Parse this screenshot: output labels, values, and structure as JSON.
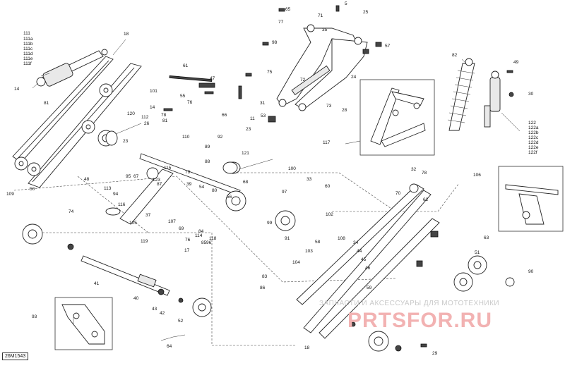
{
  "diagram_code": "26M1543",
  "watermark": {
    "line1": "ЗАПЧАСТИ И АКСЕССУАРЫ ДЛЯ МОТОТЕХНИКИ",
    "line2": "PRTSFOR.RU"
  },
  "callout_list_111": [
    "111",
    "111a",
    "111b",
    "111c",
    "111d",
    "111e",
    "111f"
  ],
  "callout_list_122": [
    "122",
    "122a",
    "122b",
    "122c",
    "122d",
    "122e",
    "122f"
  ],
  "labels": {
    "l1": "5",
    "l2": "65",
    "l3": "25",
    "l4": "77",
    "l5": "71",
    "l6": "35",
    "l7": "18",
    "l8": "61",
    "l9": "47",
    "l10": "14",
    "l11": "81",
    "l12": "120",
    "l13": "101",
    "l14": "55",
    "l15": "76",
    "l16": "14",
    "l17": "78",
    "l18": "66",
    "l19": "112",
    "l20": "26",
    "l21": "23",
    "l22": "110",
    "l23": "81",
    "l24": "92",
    "l25": "23",
    "l26": "117",
    "l27": "82",
    "l28": "49",
    "l29": "30",
    "l30": "24",
    "l31": "28",
    "l32": "106",
    "l33": "109",
    "l34": "50",
    "l35": "74",
    "l36": "37",
    "l37": "41",
    "l38": "40",
    "l39": "43",
    "l40": "42",
    "l41": "52",
    "l42": "64",
    "l43": "93",
    "l44": "100",
    "l45": "33",
    "l46": "60",
    "l47": "121",
    "l48": "32",
    "l49": "78",
    "l50": "102",
    "l51": "91",
    "l52": "103",
    "l53": "104",
    "l54": "108",
    "l55": "83",
    "l56": "86",
    "l57": "62",
    "l58": "63",
    "l59": "51",
    "l60": "90",
    "l61": "107",
    "l62": "69",
    "l63": "119",
    "l64": "17",
    "l65": "76",
    "l66": "39",
    "l67": "54",
    "l68": "29",
    "l69": "18",
    "l70": "98",
    "l71": "57",
    "l72": "72",
    "l73": "73",
    "l74": "53",
    "l75": "11",
    "l76": "84",
    "l77": "96",
    "l78": "48",
    "l79": "113",
    "l80": "94",
    "l81": "87",
    "l82": "95",
    "l83": "67",
    "l84": "114",
    "l85": "85",
    "l86": "116",
    "l87": "105",
    "l88": "123",
    "l89": "115",
    "l90": "97",
    "l91": "88",
    "l92": "80",
    "l93": "89",
    "l94": "68",
    "l95": "58",
    "l96": "59",
    "l97": "75",
    "l98": "31",
    "l99": "56",
    "l100": "34",
    "l101": "44",
    "l102": "45",
    "l103": "46",
    "l104": "70",
    "l105": "79",
    "l106": "99",
    "l107": "118"
  }
}
